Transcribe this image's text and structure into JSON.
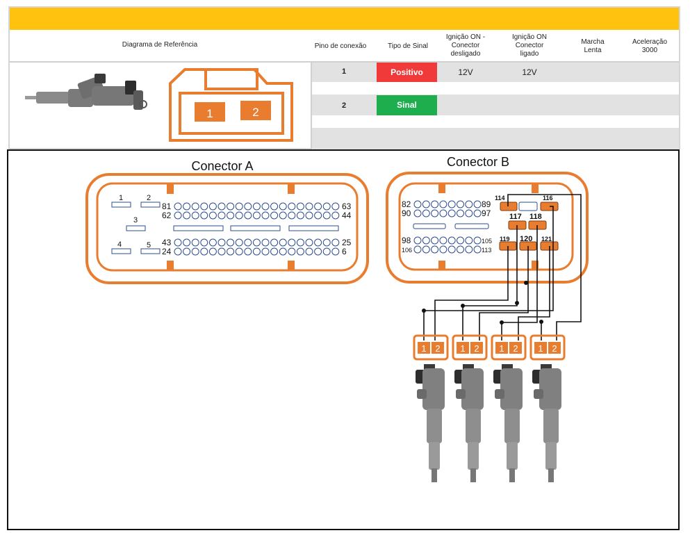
{
  "table": {
    "headers": {
      "reference": "Diagrama de Referência",
      "pin": "Pino de conexão",
      "signal_type": "Tipo de Sinal",
      "ign_off": [
        "Ignição ON -",
        "Conector",
        "desligado"
      ],
      "ign_on": [
        "Ignição ON",
        "Conector",
        "ligado"
      ],
      "idle": [
        "Marcha",
        "Lenta"
      ],
      "accel": [
        "Aceleração",
        "3000"
      ]
    },
    "rows": [
      {
        "pin": "1",
        "signal": "Positivo",
        "signal_color": "#f03a3a",
        "ign_off": "12V",
        "ign_on": "12V"
      },
      {
        "pin": "2",
        "signal": "Sinal",
        "signal_color": "#1fae4e",
        "ign_off": "",
        "ign_on": ""
      }
    ],
    "ref_connector": {
      "pin1": "1",
      "pin2": "2"
    }
  },
  "connector_a": {
    "title": "Conector A",
    "aux_pins": [
      "1",
      "2",
      "3",
      "4",
      "5"
    ],
    "row_labels": {
      "r1_left": "81",
      "r1_right": "63",
      "r2_left": "62",
      "r2_right": "44",
      "r3_left": "43",
      "r3_right": "25",
      "r4_left": "24",
      "r4_right": "6"
    }
  },
  "connector_b": {
    "title": "Conector B",
    "row_labels": {
      "r1_left": "82",
      "r1_right": "89",
      "r2_left": "90",
      "r2_right": "97",
      "r3_left": "98",
      "r3_right": "105",
      "r4_left": "106",
      "r4_right": "113"
    },
    "pins": {
      "p114": "114",
      "p116": "116",
      "p117": "117",
      "p118": "118",
      "p119": "119",
      "p120": "120",
      "p121": "121"
    }
  },
  "injectors": [
    {
      "pin1": "1",
      "pin2": "2"
    },
    {
      "pin1": "1",
      "pin2": "2"
    },
    {
      "pin1": "1",
      "pin2": "2"
    },
    {
      "pin1": "1",
      "pin2": "2"
    }
  ],
  "colors": {
    "accent": "#ffc20e",
    "connector": "#e87d2f"
  }
}
